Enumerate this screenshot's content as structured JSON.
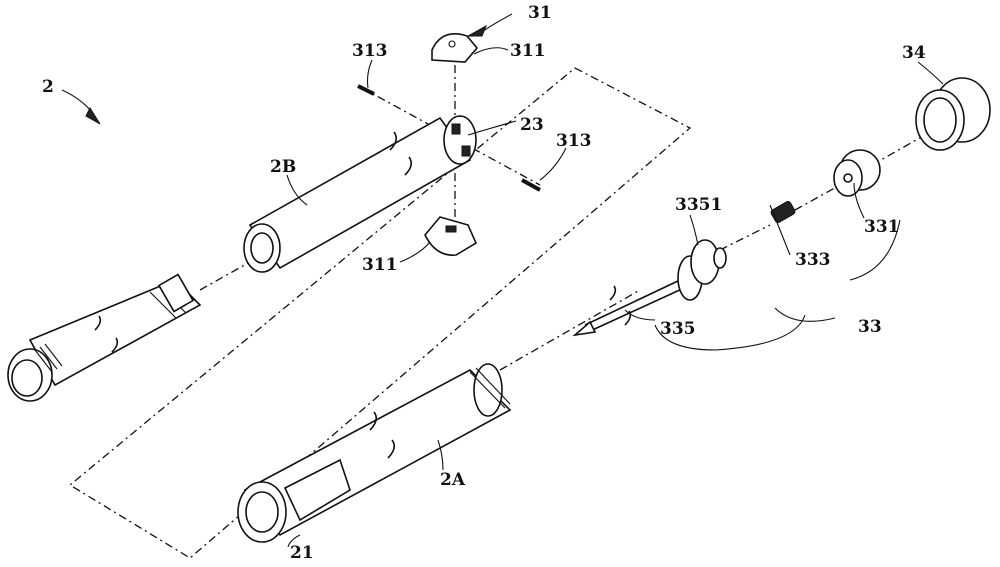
{
  "labels": {
    "assembly": "2",
    "part_2A": "2A",
    "part_2B": "2B",
    "part_21": "21",
    "part_23": "23",
    "part_31": "31",
    "part_311_top": "311",
    "part_311_bottom": "311",
    "part_313_left": "313",
    "part_313_right": "313",
    "part_33": "33",
    "part_331": "331",
    "part_333": "333",
    "part_335": "335",
    "part_3351": "3351",
    "part_34": "34"
  }
}
